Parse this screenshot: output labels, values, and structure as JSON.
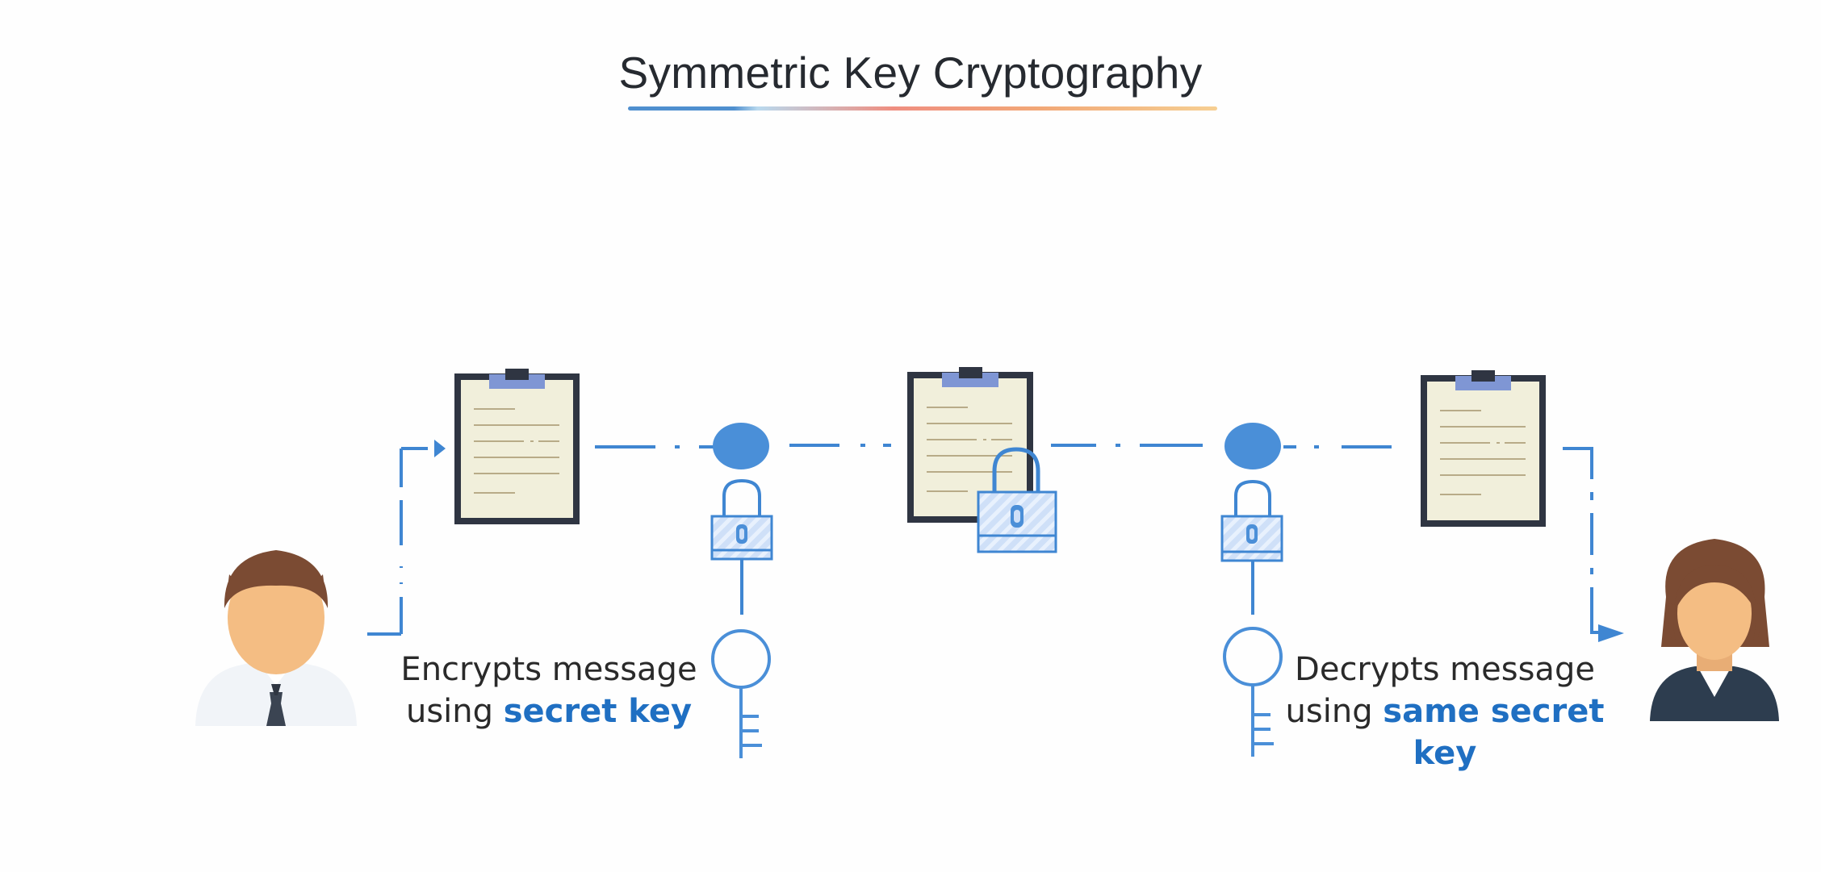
{
  "title": "Symmetric Key Cryptography",
  "sender_caption": {
    "line1": "Encrypts message",
    "line2_prefix": "using ",
    "line2_highlight": "secret key"
  },
  "receiver_caption": {
    "line1": "Decrypts message",
    "line2_prefix": "using ",
    "line2_highlight": "same secret",
    "line3_highlight": "key"
  },
  "icons": [
    "man-avatar-icon",
    "clipboard-document-icon",
    "padlock-icon",
    "key-icon",
    "woman-avatar-icon"
  ],
  "colors": {
    "accent_blue": "#4a8fd8",
    "highlight_text": "#1f6fc2",
    "paper": "#f1efdb",
    "clipboard_frame": "#2f3542"
  }
}
